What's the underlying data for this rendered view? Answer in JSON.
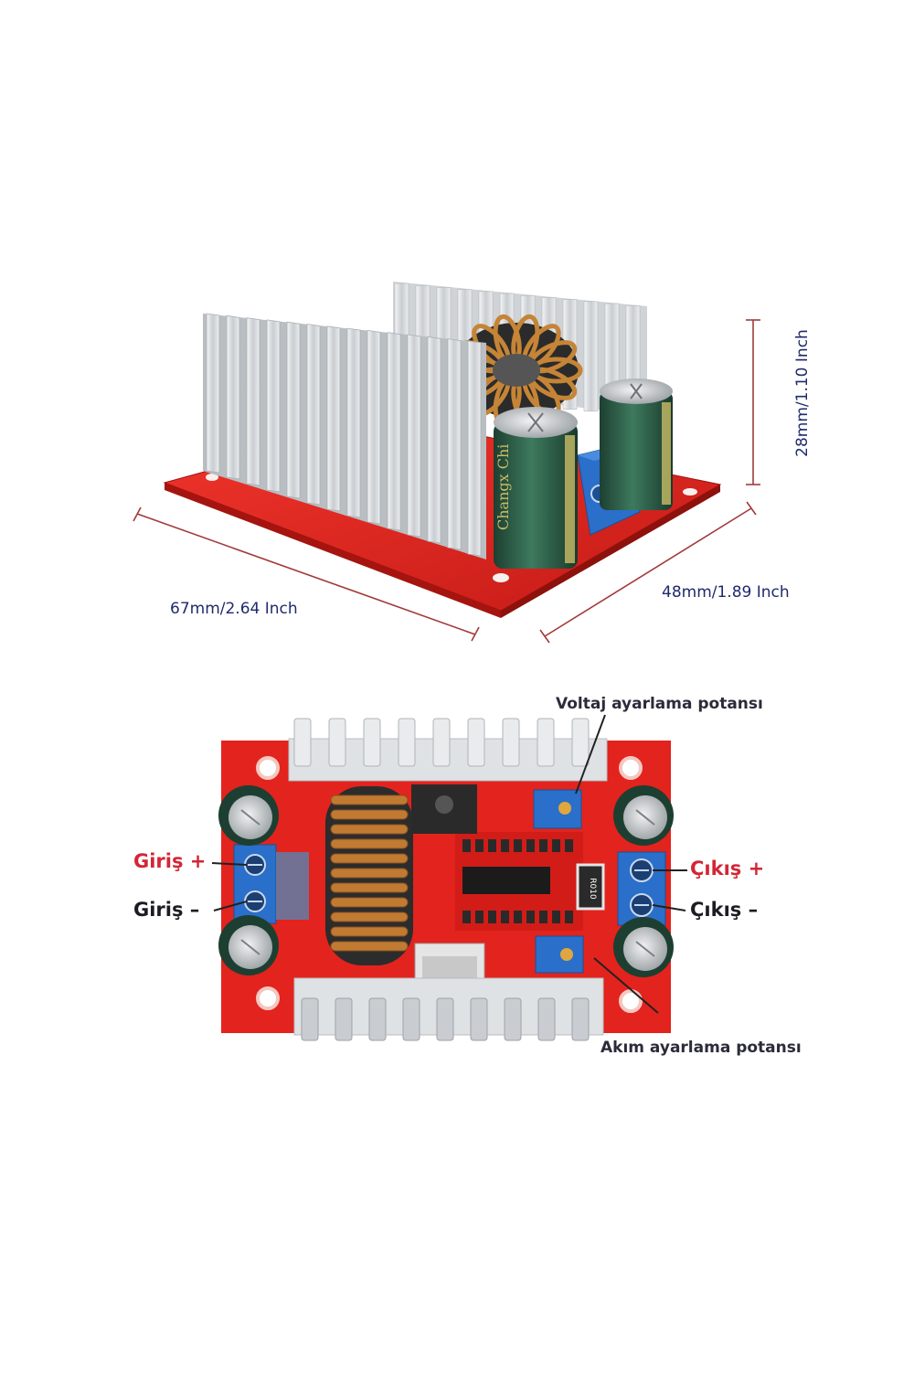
{
  "dimensions": {
    "length": "67mm/2.64 Inch",
    "width": "48mm/1.89 Inch",
    "height": "28mm/1.10 Inch"
  },
  "callouts": {
    "voltage_pot": "Voltaj ayarlama potansı",
    "current_pot": "Akım ayarlama potansı",
    "input_plus": "Giriş +",
    "input_minus": "Giriş –",
    "output_plus": "Çıkış +",
    "output_minus": "Çıkış –"
  },
  "colors": {
    "pcb_red": "#e3231d",
    "heatsink": "#d9dcdf",
    "capacitor_green": "#2d5a45",
    "terminal_blue": "#2a6fc9",
    "copper": "#b87330",
    "dimension_line": "#a23a3a",
    "dimension_text": "#1f2a6b",
    "label_red": "#d32636"
  }
}
